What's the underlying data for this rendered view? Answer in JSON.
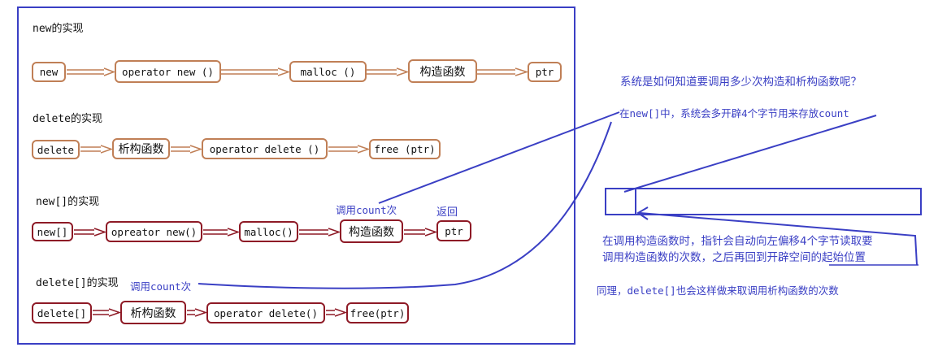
{
  "sections": {
    "new": {
      "title": "new的实现",
      "nodes": [
        "new",
        "operator new ()",
        "malloc ()",
        "构造函数",
        "ptr"
      ]
    },
    "delete": {
      "title": "delete的实现",
      "nodes": [
        "delete",
        "析构函数",
        "operator delete ()",
        "free (ptr)"
      ]
    },
    "new_array": {
      "title": "new[]的实现",
      "nodes": [
        "new[]",
        "opreator new()",
        "malloc()",
        "构造函数",
        "ptr"
      ],
      "call_note": "调用count次",
      "return_note": "返回"
    },
    "delete_array": {
      "title": "delete[]的实现",
      "nodes": [
        "delete[]",
        "析构函数",
        "operator delete()",
        "free(ptr)"
      ],
      "call_note": "调用count次"
    }
  },
  "explanation": {
    "question": "系统是如何知道要调用多少次构造和析构函数呢？",
    "alloc_note": "在new[]中，系统会多开辟4个字节用来存放count",
    "offset_note_line1": "在调用构造函数时，指针会自动向左偏移4个字节读取要",
    "offset_note_line2": "调用构造函数的次数，之后再回到开辟空间的起始位置",
    "delete_note": "同理，delete[]也会这样做来取调用析构函数的次数"
  },
  "colors": {
    "frame": "#3a3fc4",
    "annotation": "#3a3fc4",
    "new_delete_border": "#c07f56",
    "array_border": "#8e1a26"
  }
}
